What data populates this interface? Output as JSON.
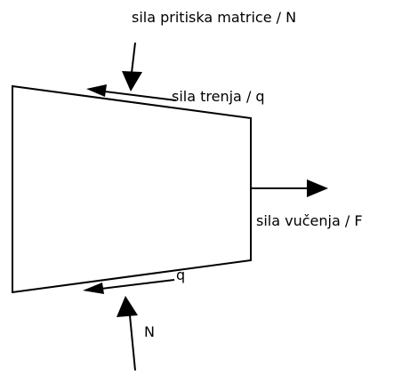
{
  "labels": {
    "die_pressure_force": "sila pritiska matrice / N",
    "friction_force_top": "sila trenja / q",
    "pulling_force": "sila vučenja / F",
    "friction_force_bottom": "q",
    "normal_force_bottom": "N"
  },
  "colors": {
    "stroke": "#000000",
    "background": "#ffffff"
  }
}
